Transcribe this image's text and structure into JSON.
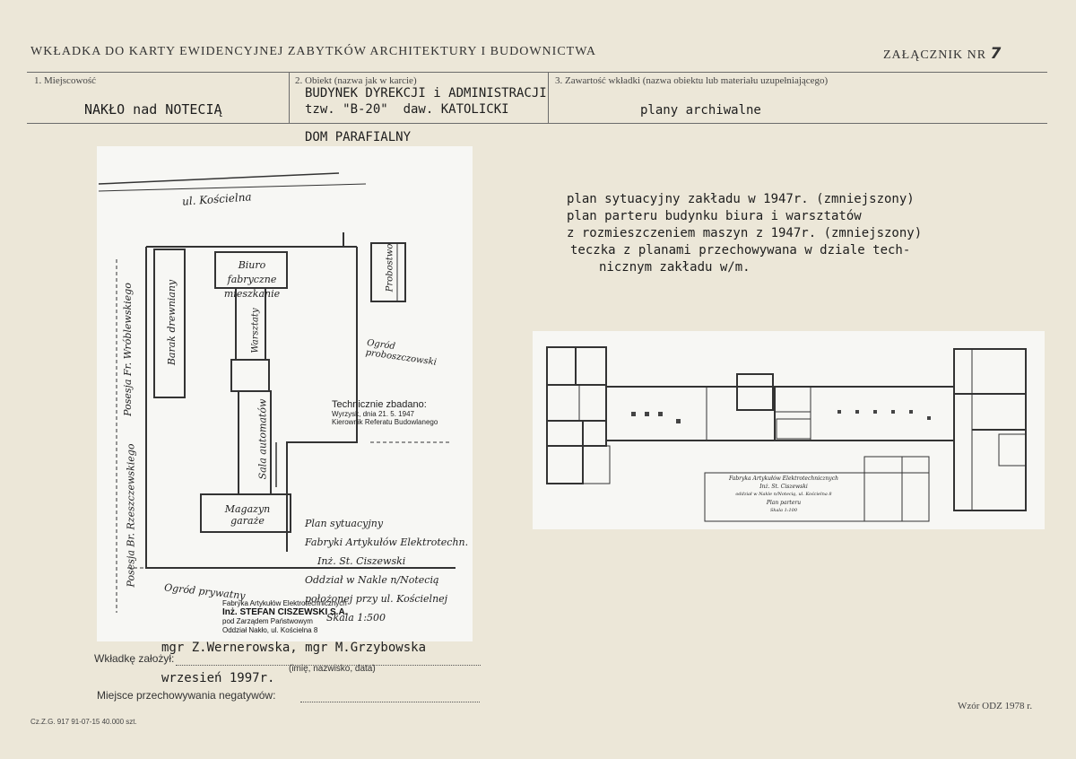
{
  "header": {
    "title": "WKŁADKA DO KARTY EWIDENCYJNEJ ZABYTKÓW ARCHITEKTURY I BUDOWNICTWA",
    "attachment_label": "ZAŁĄCZNIK NR",
    "attachment_no": "7"
  },
  "fields": {
    "f1_label": "1. Miejscowość",
    "f1_value": "NAKŁO nad NOTECIĄ",
    "f2_label": "2. Obiekt (nazwa jak w karcie)",
    "f2_line1": "BUDYNEK DYREKCJI i ADMINISTRACJI",
    "f2_line2": "tzw. \"B-20\"  daw. KATOLICKI",
    "f2_line3": "DOM PARAFIALNY",
    "f3_label": "3. Zawartość wkładki (nazwa obiektu lub materiału uzupełniającego)",
    "f3_value": "plany archiwalne"
  },
  "description": [
    "plan sytuacyjny zakładu w 1947r. (zmniejszony)",
    "plan parteru budynku biura i warsztatów",
    "z rozmieszczeniem maszyn z 1947r. (zmniejszony)",
    "teczka z planami przechowywana w dziale tech-",
    "nicznym zakładu w/m."
  ],
  "site_plan": {
    "street_top": "ul. Kościelna",
    "street_left": "Posesja Fr. Wróblewskiego",
    "street_left2": "Posesja Br. Rzeszczewskiego",
    "b_office": "Biuro fabryczne mieszkanie",
    "b_barrack": "Barak drewniany",
    "b_workshops": "Warsztaty",
    "b_hall": "Sala automatów",
    "b_store": "Magazyn garaże",
    "b_presbytery": "Probostwo",
    "garden": "Ogród proboszczowski",
    "garden2": "Ogród prywatny",
    "tech_title": "Technicznie zbadano:",
    "tech_date": "Wyrzysk, dnia 21. 5. 1947",
    "tech_who": "Kierownik Referatu Budowlanego",
    "plan_caption": [
      "Plan sytuacyjny",
      "Fabryki Artykułów Elektrotechn.",
      "Inż. St. Ciszewski",
      "Oddział w Nakle n/Notecią",
      "położonej przy ul. Kościelnej",
      "Skala 1:500"
    ],
    "stamp": [
      "Fabryka Artykułów Elektrotechnicznych",
      "Inż. STEFAN CISZEWSKI S.A.",
      "pod Zarządem Państwowym",
      "Oddział Nakło, ul. Kościelna 8"
    ]
  },
  "floor_plan": {
    "title_lines": [
      "Fabryka Artykułów Elektrotechnicznych",
      "Inż. St. Ciszewski",
      "oddział w Nakle n/Notecią, ul. Kościelna 8",
      "Plan parteru",
      "Skala 1:100"
    ]
  },
  "footer": {
    "founded_label": "Wkładkę założył:",
    "founded_value": "mgr Z.Wernerowska, mgr M.Grzybowska",
    "name_hint": "(imię, nazwisko, data)",
    "date_value": "wrzesień 1997r.",
    "negatives_label": "Miejsce przechowywania negatywów:",
    "printer": "Cz.Z.G. 917 91-07-15 40.000 szt.",
    "pattern": "Wzór ODZ 1978 r."
  }
}
